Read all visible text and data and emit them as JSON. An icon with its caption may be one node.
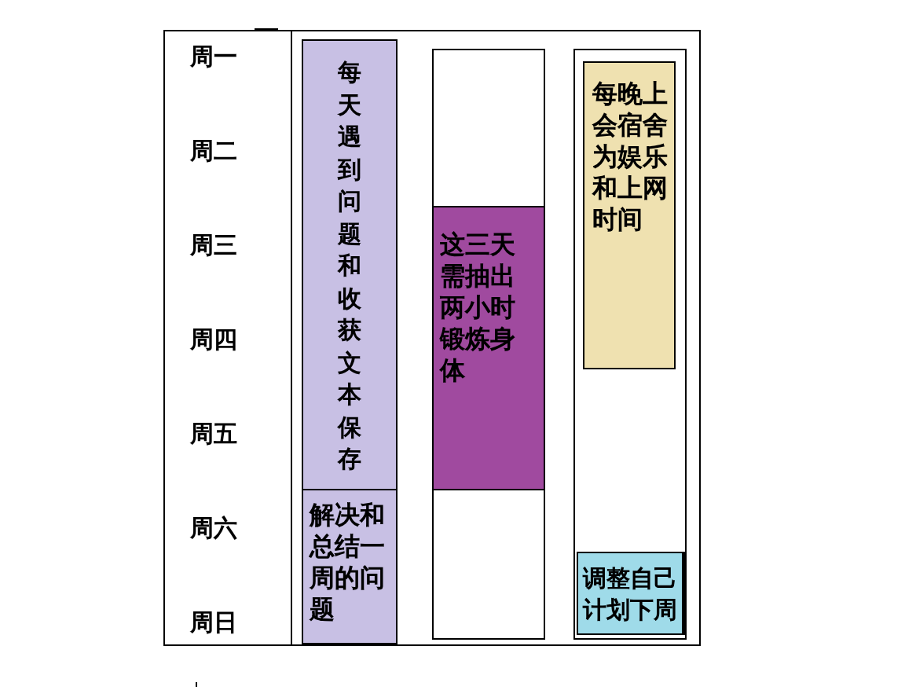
{
  "diagram": {
    "nodes": [
      {
        "text": [
          "每天遇到问题和收获文本保存"
        ]
      },
      {
        "text": [
          "解决和总结一周的问题"
        ]
      },
      {
        "text": [],
        "shape": "box"
      },
      {
        "text": [
          "这三天需抽出两小时锻炼身体"
        ],
        "in": 2
      },
      {
        "text": [],
        "shape": "box"
      },
      {
        "text": [
          "每晚上会宿舍为娱乐和上网时间"
        ],
        "in": 4
      },
      {
        "text": [
          "调整自己计划下周"
        ],
        "in": 4
      }
    ],
    "labels": [
      "周一",
      "周二",
      "周三",
      "周四",
      "周五",
      "周六",
      "周日"
    ]
  }
}
